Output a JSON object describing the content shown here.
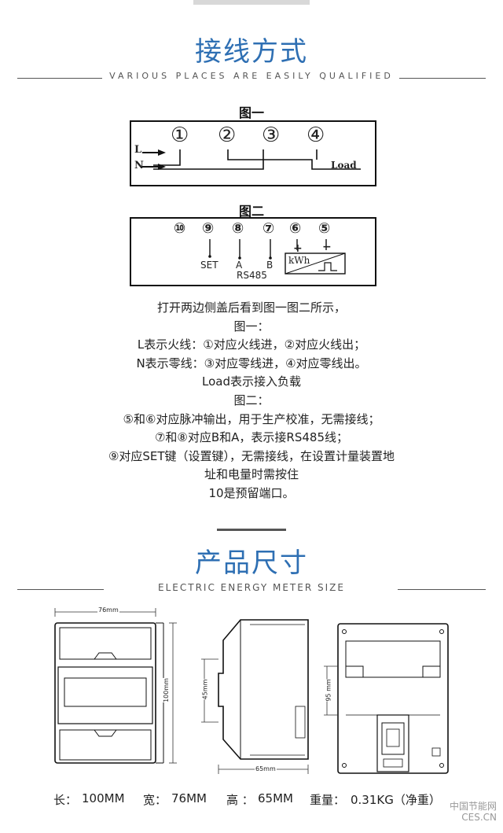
{
  "wiring": {
    "title": "接线方式",
    "subtitle": "VARIOUS PLACES ARE EASILY QUALIFIED",
    "fig1": {
      "label": "图一",
      "terminals": [
        "①",
        "②",
        "③",
        "④"
      ],
      "l_label": "L",
      "n_label": "N",
      "load_label": "Load"
    },
    "fig2": {
      "label": "图二",
      "terminals": [
        "⑩",
        "⑨",
        "⑧",
        "⑦",
        "⑥",
        "⑤"
      ],
      "set_label": "SET",
      "a_label": "A",
      "b_label": "B",
      "rs485_label": "RS485",
      "plus": "+",
      "minus": "−",
      "kwh_label": "kWh"
    },
    "description": [
      "打开两边侧盖后看到图一图二所示，",
      "图一：",
      "L表示火线：①对应火线进，②对应火线出；",
      "N表示零线：③对应零线进，④对应零线出。",
      "Load表示接入负载",
      "图二：",
      "⑤和⑥对应脉冲输出，用于生产校准，无需接线；",
      "⑦和⑧对应B和A，表示接RS485线；",
      "⑨对应SET键（设置键），无需接线，在设置计量装置地",
      "址和电量时需按住",
      "10是预留端口。"
    ]
  },
  "size": {
    "title": "产品尺寸",
    "subtitle": "ELECTRIC ENERGY METER SIZE",
    "front_width_label": "76mm",
    "front_height_label": "100mm",
    "side_inner_label": "45mm",
    "side_depth_label": "65mm",
    "back_height_label": "95 mm",
    "specs": [
      {
        "label": "长：",
        "value": "100MM"
      },
      {
        "label": "宽：",
        "value": "76MM"
      },
      {
        "label": "高 ：",
        "value": "65MM"
      },
      {
        "label": "重量：",
        "value": "0.31KG（净重）"
      }
    ]
  },
  "watermark": {
    "line1": "中国节能网",
    "line2": "CES.CN"
  }
}
